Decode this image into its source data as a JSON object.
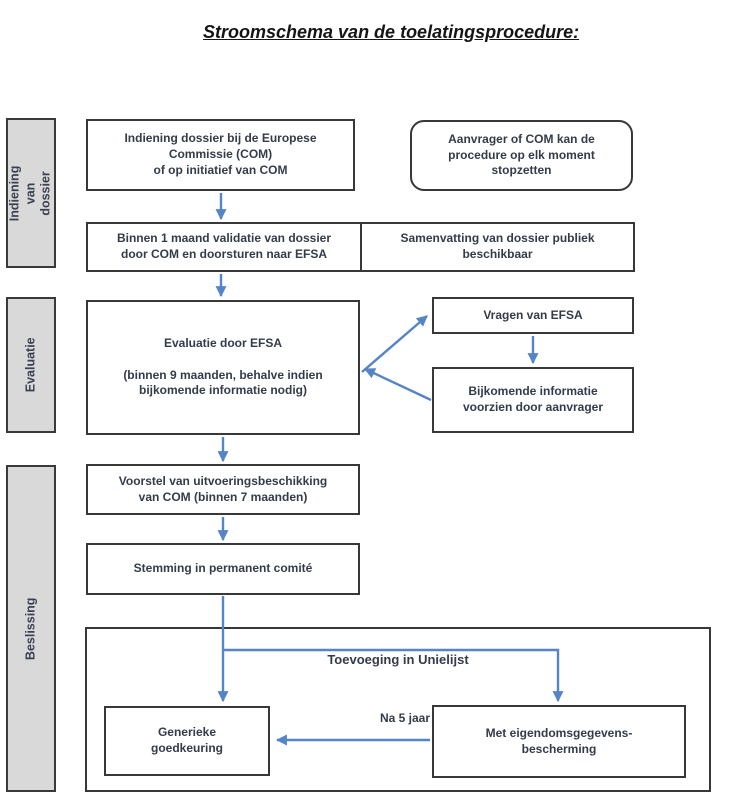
{
  "title": "Stroomschema van de toelatingsprocedure:",
  "colors": {
    "arrow_blue": "#5584c7",
    "box_border": "#383838",
    "stage_fill": "#d9d9d9",
    "box_text": "#343b49"
  },
  "stages": [
    {
      "label": "Indiening van\ndossier"
    },
    {
      "label": "Evaluatie"
    },
    {
      "label": "Beslissing"
    }
  ],
  "flow": {
    "indiening_box": "Indiening dossier bij de Europese\nCommissie (COM)\nof op initiatief van COM",
    "stop_note": "Aanvrager of COM kan de\nprocedure op elk moment\nstopzetten",
    "validatie_box": "Binnen 1 maand validatie van dossier\ndoor COM en doorsturen naar EFSA",
    "samenvatting_box": "Samenvatting van dossier publiek\nbeschikbaar",
    "evaluatie_box": "Evaluatie door EFSA\n\n(binnen 9 maanden, behalve indien\nbijkomende informatie nodig)",
    "vragen_box": "Vragen van EFSA",
    "bijkomende_box": "Bijkomende informatie\nvoorzien door aanvrager",
    "voorstel_box": "Voorstel van uitvoeringsbeschikking\nvan COM (binnen 7 maanden)",
    "stemming_box": "Stemming in permanent comité",
    "unielijst_label": "Toevoeging in Unielijst",
    "generieke_box": "Generieke\ngoedkeuring",
    "eigendom_box": "Met eigendomsgegevens-\nbescherming",
    "na_5_jaar_label": "Na 5 jaar"
  }
}
